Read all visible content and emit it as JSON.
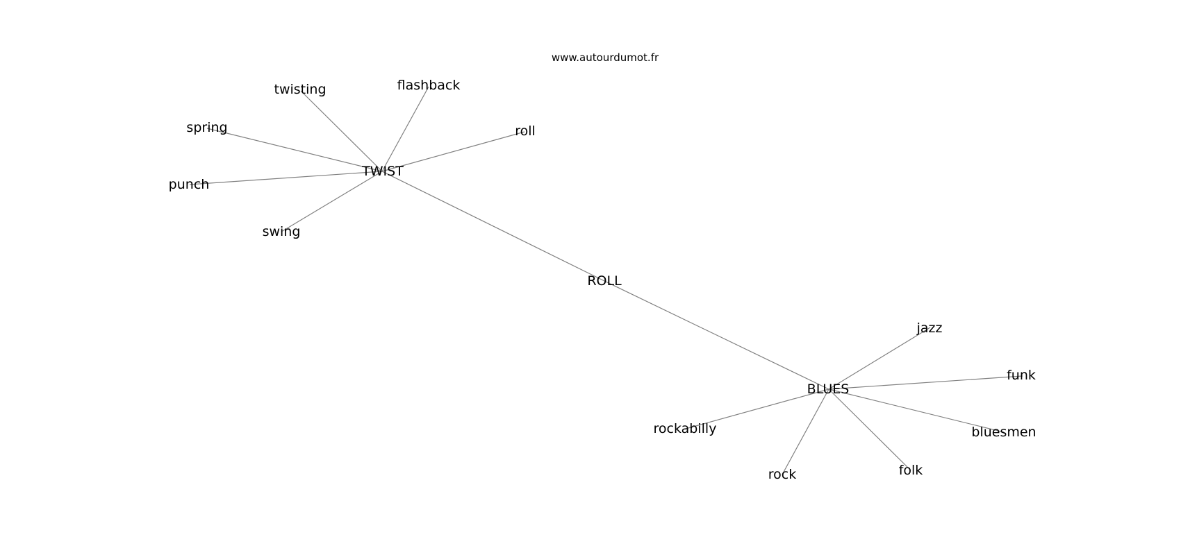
{
  "credit": "www.autourdumot.fr",
  "graph": {
    "center": "ROLL",
    "hubs": [
      {
        "id": "twist",
        "label": "TWIST",
        "neighbors": [
          "twisting",
          "flashback",
          "roll",
          "spring",
          "punch",
          "swing"
        ]
      },
      {
        "id": "blues",
        "label": "BLUES",
        "neighbors": [
          "jazz",
          "funk",
          "bluesmen",
          "folk",
          "rock",
          "rockabilly"
        ]
      }
    ],
    "edges": [
      [
        "ROLL",
        "TWIST"
      ],
      [
        "ROLL",
        "BLUES"
      ],
      [
        "TWIST",
        "twisting"
      ],
      [
        "TWIST",
        "flashback"
      ],
      [
        "TWIST",
        "roll"
      ],
      [
        "TWIST",
        "spring"
      ],
      [
        "TWIST",
        "punch"
      ],
      [
        "TWIST",
        "swing"
      ],
      [
        "BLUES",
        "jazz"
      ],
      [
        "BLUES",
        "funk"
      ],
      [
        "BLUES",
        "bluesmen"
      ],
      [
        "BLUES",
        "folk"
      ],
      [
        "BLUES",
        "rock"
      ],
      [
        "BLUES",
        "rockabilly"
      ]
    ]
  },
  "nodes": {
    "center": "ROLL",
    "twist": "TWIST",
    "blues": "BLUES",
    "twisting": "twisting",
    "flashback": "flashback",
    "roll": "roll",
    "spring": "spring",
    "punch": "punch",
    "swing": "swing",
    "jazz": "jazz",
    "funk": "funk",
    "bluesmen": "bluesmen",
    "folk": "folk",
    "rock": "rock",
    "rockabilly": "rockabilly"
  },
  "colors": {
    "edge": "#808080",
    "text": "#000000",
    "background": "#ffffff"
  }
}
